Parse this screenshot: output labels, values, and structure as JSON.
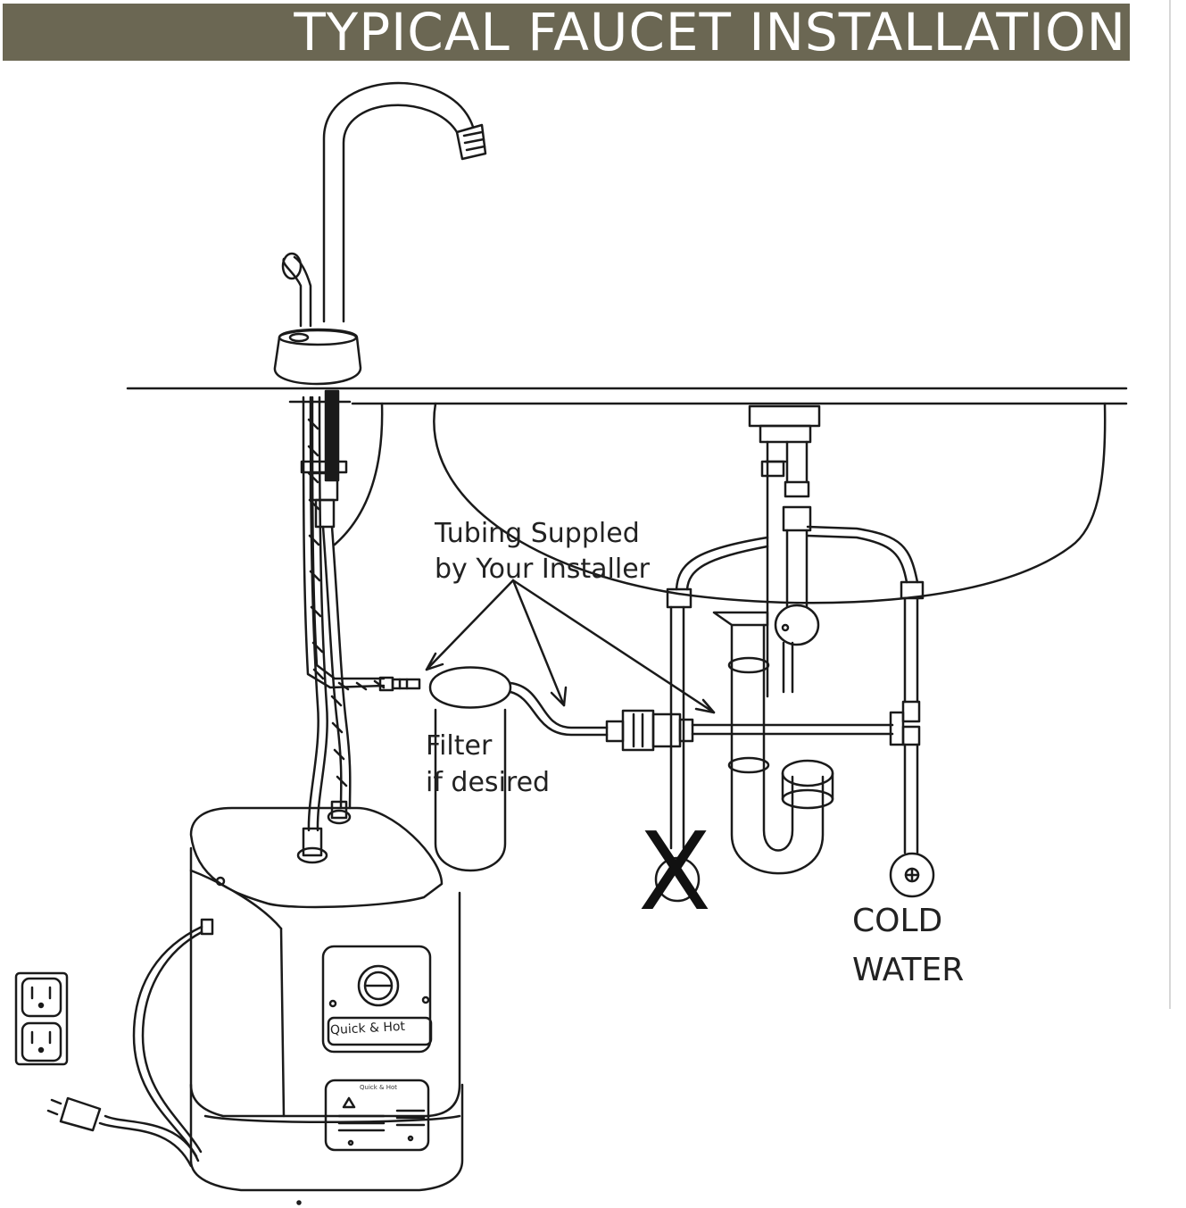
{
  "title": "TYPICAL FAUCET INSTALLATION",
  "labels": {
    "tubing_line1": "Tubing Suppled",
    "tubing_line2": "by Your Installer",
    "filter_line1": "Filter",
    "filter_line2": "if desired",
    "cold_line1": "COLD",
    "cold_line2": "WATER",
    "x_mark": "X"
  },
  "tank": {
    "brand": "Quick & Hot",
    "brand_small": "Quick & Hot"
  },
  "colors": {
    "title_bar": "#6b6753",
    "title_text": "#ffffff",
    "line": "#1a1a1a"
  }
}
